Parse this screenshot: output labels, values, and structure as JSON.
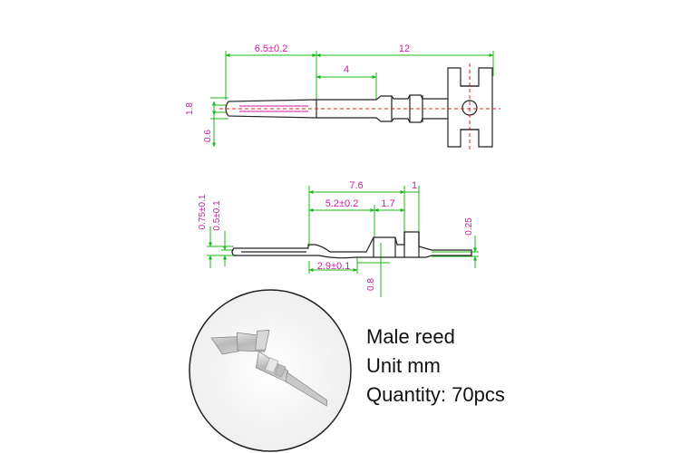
{
  "top_view": {
    "dim_tip_length": "6.5±0.2",
    "dim_total_length": "12",
    "dim_barrel": "4",
    "dim_width": "1.8",
    "dim_tip_width": "0.6"
  },
  "side_view": {
    "dim_7_6": "7.6",
    "dim_1": "1",
    "dim_5_2": "5.2±0.2",
    "dim_1_7": "1.7",
    "dim_0_75": "0.75±0.1",
    "dim_0_5": "0.5±0.1",
    "dim_0_25": "0.25",
    "dim_2_9": "2.9±0.1",
    "dim_0_8": "0.8"
  },
  "info": {
    "line1": "Male reed",
    "line2": "Unit mm",
    "line3": "Quantity: 70pcs"
  },
  "colors": {
    "dimension_text": "#d01aa6",
    "dimension_lines": "#18b818",
    "center_line": "#e02020"
  }
}
